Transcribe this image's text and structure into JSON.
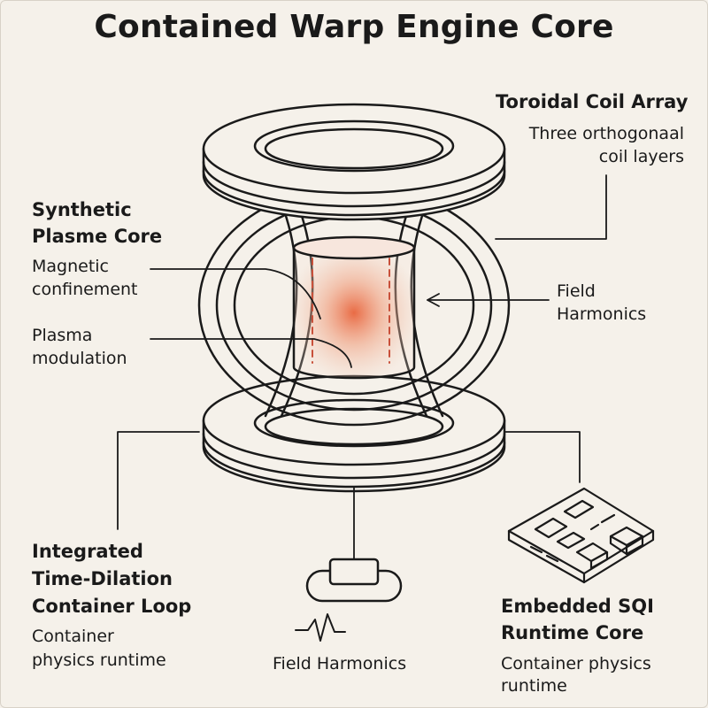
{
  "title": "Contained Warp Engine Core",
  "labels": {
    "toroidal_heading": "Toroidal Coil Array",
    "toroidal_desc_1": "Three orthogonaal",
    "toroidal_desc_2": "coil layers",
    "synthetic_heading_1": "Synthetic",
    "synthetic_heading_2": "Plasme Core",
    "magnetic_1": "Magnetic",
    "magnetic_2": "confinement",
    "plasma_1": "Plasma",
    "plasma_2": "modulation",
    "field_right_1": "Field",
    "field_right_2": "Harmonics",
    "integrated_1": "Integrated",
    "integrated_2": "Time-Dilation",
    "integrated_3": "Container Loop",
    "container_1": "Container",
    "container_2": "physics runtime",
    "field_bottom": "Field Harmonics",
    "embedded_1": "Embedded SQI",
    "embedded_2": "Runtime Core",
    "embedded_desc_1": "Container physics",
    "embedded_desc_2": "runtime"
  },
  "colors": {
    "background": "#f5f1ea",
    "stroke": "#1a1a1a",
    "plasma_glow": "#e8643c"
  }
}
